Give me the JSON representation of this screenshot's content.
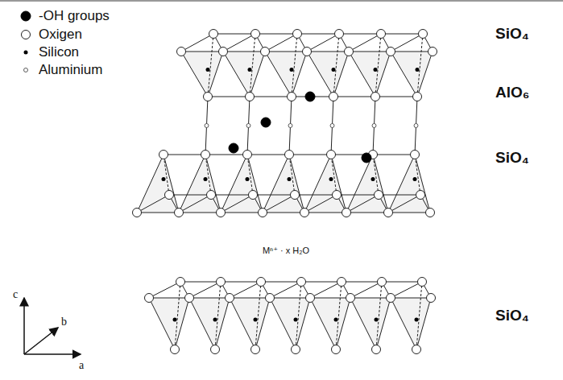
{
  "diagram": {
    "labels": [
      "SiO₄",
      "AlO₆",
      "SiO₄",
      "Mⁿ⁺ · x H₂O",
      "SiO₄",
      "c",
      "b",
      "a"
    ],
    "legend": [
      {
        "text": "-OH groups"
      },
      {
        "text": "Oxigen"
      },
      {
        "text": "Silicon"
      },
      {
        "text": "Aluminium"
      }
    ]
  }
}
